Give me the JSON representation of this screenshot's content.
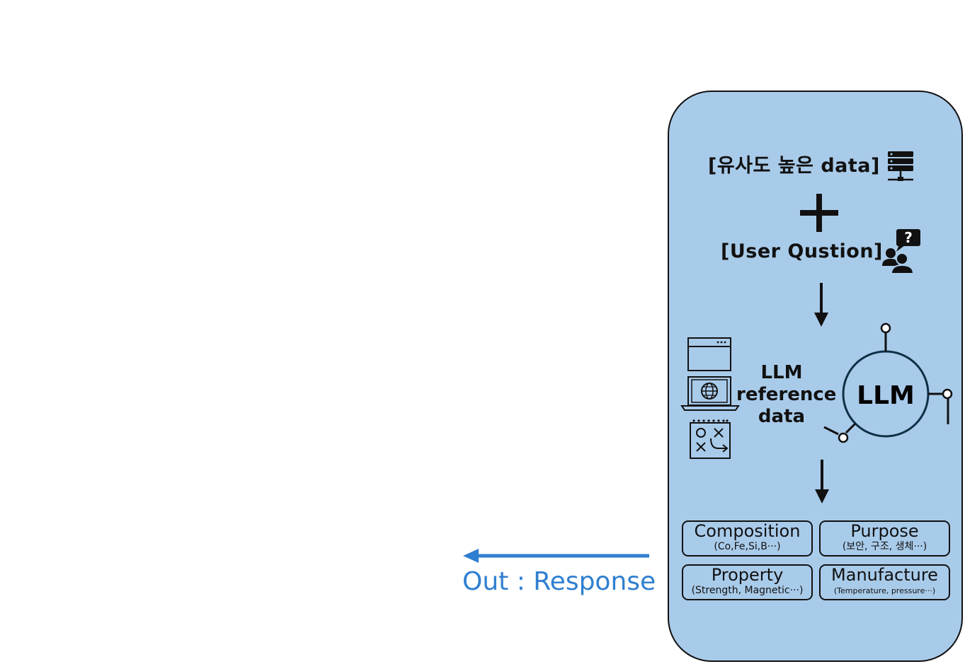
{
  "panel": {
    "similar_data_label": "[유사도 높은 data]",
    "user_question_label": "[User Qustion]",
    "reference_data_lines": [
      "LLM",
      "reference",
      "data"
    ],
    "llm_label": "LLM",
    "categories": [
      {
        "title": "Composition",
        "subtitle": "(Co,Fe,Si,B···)"
      },
      {
        "title": "Purpose",
        "subtitle": "(보안, 구조, 생체···)"
      },
      {
        "title": "Property",
        "subtitle": "(Strength, Magnetic···)"
      },
      {
        "title": "Manufacture",
        "subtitle": "(Temperature,  pressure···)"
      }
    ],
    "colors": {
      "panel_fill": "#a9cbea",
      "outline": "#111111",
      "llm_circle_fill": "#a9cbea"
    }
  },
  "output": {
    "label": "Out : Response",
    "color": "#2f7fd0"
  },
  "icons": [
    "server-icon",
    "plus-icon",
    "user-question-icon",
    "arrow-down-icon",
    "browser-window-icon",
    "laptop-globe-icon",
    "notepad-diagram-icon",
    "llm-circuit-icon",
    "arrow-left-icon"
  ]
}
